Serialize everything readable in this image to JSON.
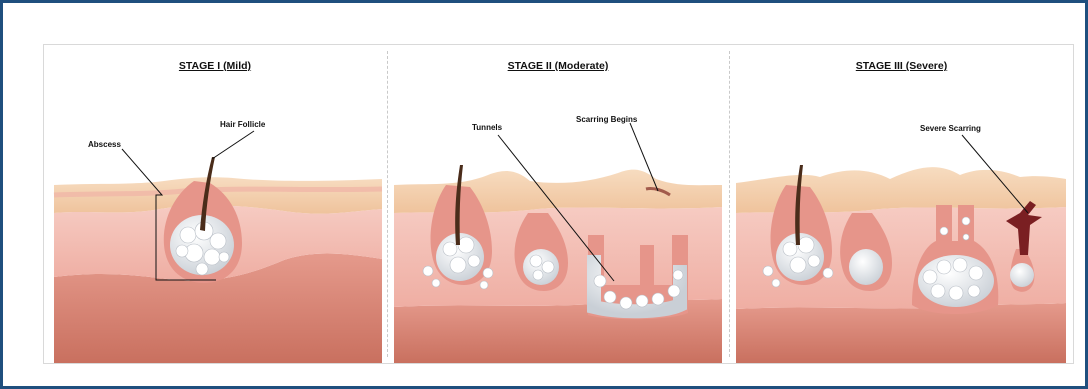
{
  "colors": {
    "frame_border": "#1f4f7e",
    "skin_surface": "#f3ccaa",
    "dermis": "#f2b9b0",
    "deep_tissue": "#d9877a",
    "pus": "#eef0f2",
    "hair": "#4a2c1a",
    "scar": "#7a1f22"
  },
  "stages": [
    {
      "title": "STAGE I (Mild)",
      "labels": [
        "Abscess",
        "Hair Follicle"
      ]
    },
    {
      "title": "STAGE II (Moderate)",
      "labels": [
        "Tunnels",
        "Scarring Begins"
      ]
    },
    {
      "title": "STAGE III (Severe)",
      "labels": [
        "Severe Scarring"
      ]
    }
  ]
}
